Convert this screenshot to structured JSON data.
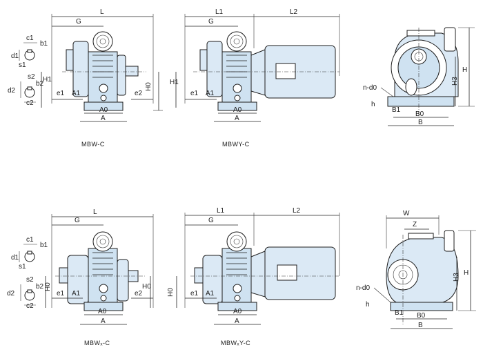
{
  "views": [
    {
      "id": "mbw-c",
      "caption": "MBW-C",
      "labels": {
        "overall": "L",
        "g": "G",
        "c1": "c1",
        "b1": "b1",
        "d1": "d1",
        "s1": "s1",
        "s2": "s2",
        "d2": "d2",
        "b2": "b2",
        "c2": "c2",
        "h1": "H1",
        "e1": "e1",
        "a1": "A1",
        "e2": "e2",
        "h0": "H0",
        "a0": "A0",
        "a": "A"
      }
    },
    {
      "id": "mbwy-c",
      "caption": "MBWY-C",
      "labels": {
        "l1": "L1",
        "l2": "L2",
        "g": "G",
        "h1": "H1",
        "e1": "e1",
        "a1": "A1",
        "a0": "A0",
        "a": "A"
      }
    },
    {
      "id": "side-top",
      "caption": "",
      "labels": {
        "nd0": "n-d0",
        "h": "h",
        "b1": "B1",
        "b0": "B0",
        "b": "B",
        "h3": "H3",
        "hh": "H"
      }
    },
    {
      "id": "mbwx-c",
      "caption": "MBWₓ-C",
      "labels": {
        "overall": "L",
        "g": "G",
        "c1": "c1",
        "b1": "b1",
        "d1": "d1",
        "s1": "s1",
        "s2": "s2",
        "d2": "d2",
        "b2": "b2",
        "c2": "c2",
        "h0": "H0",
        "e1": "e1",
        "a1": "A1",
        "e2": "e2",
        "h0r": "H0",
        "a0": "A0",
        "a": "A"
      }
    },
    {
      "id": "mbwxy-c",
      "caption": "MBWₓY-C",
      "labels": {
        "l1": "L1",
        "l2": "L2",
        "g": "G",
        "h0": "H0",
        "e1": "e1",
        "a1": "A1",
        "a0": "A0",
        "a": "A"
      }
    },
    {
      "id": "side-bottom",
      "caption": "",
      "labels": {
        "w": "W",
        "z": "Z",
        "nd0": "n-d0",
        "h": "h",
        "b1": "B1",
        "b0": "B0",
        "b": "B",
        "h3": "H3",
        "hh": "H"
      }
    }
  ]
}
